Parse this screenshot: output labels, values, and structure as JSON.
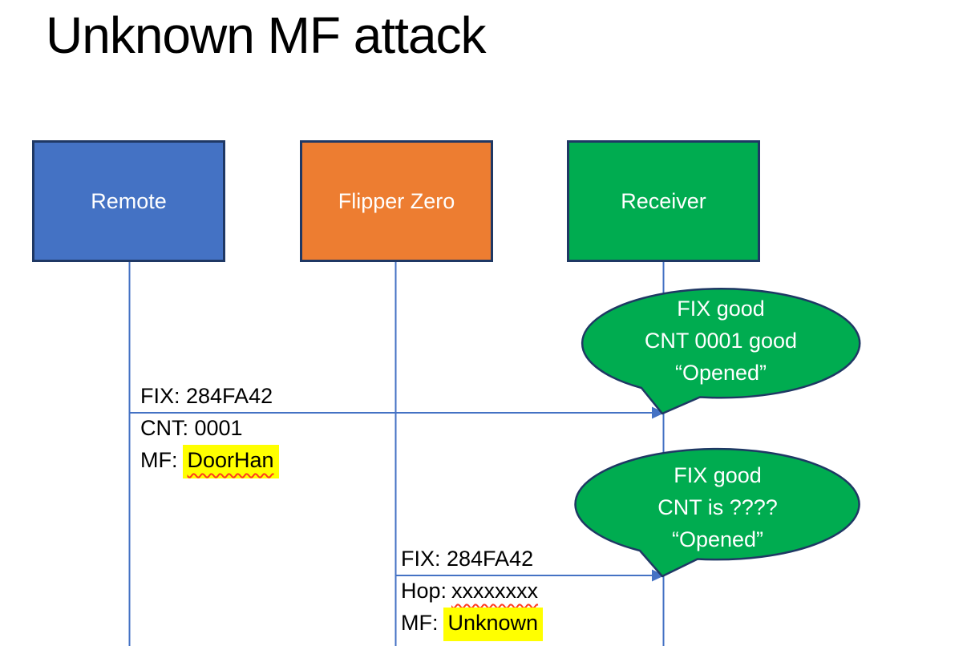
{
  "title": "Unknown MF attack",
  "actors": {
    "remote": {
      "label": "Remote",
      "fill": "#4472c4"
    },
    "flipper": {
      "label": "Flipper Zero",
      "fill": "#ed7d31"
    },
    "receiver": {
      "label": "Receiver",
      "fill": "#00ac50"
    }
  },
  "messages": {
    "remote_to_receiver": {
      "line1": "FIX: 284FA42",
      "line2": "CNT: 0001",
      "line3_prefix": "MF:",
      "line3_value": "DoorHan"
    },
    "flipper_to_receiver": {
      "line1": "FIX: 284FA42",
      "line2_prefix": "Hop:",
      "line2_value": "xxxxxxxx",
      "line3_prefix": "MF:",
      "line3_value": "Unknown"
    }
  },
  "callouts": {
    "receiver_response_1": {
      "line1": "FIX good",
      "line2": "CNT 0001 good",
      "line3": "“Opened”"
    },
    "receiver_response_2": {
      "line1": "FIX good",
      "line2": "CNT is ????",
      "line3": "“Opened”"
    }
  },
  "colors": {
    "actor_border_navy": "#1f3864",
    "lifeline_blue": "#4472c4",
    "callout_green": "#00ac50",
    "highlight_yellow": "#ffff00",
    "spellcheck_red": "#ff3b1f",
    "text_black": "#000000",
    "text_white": "#ffffff"
  }
}
